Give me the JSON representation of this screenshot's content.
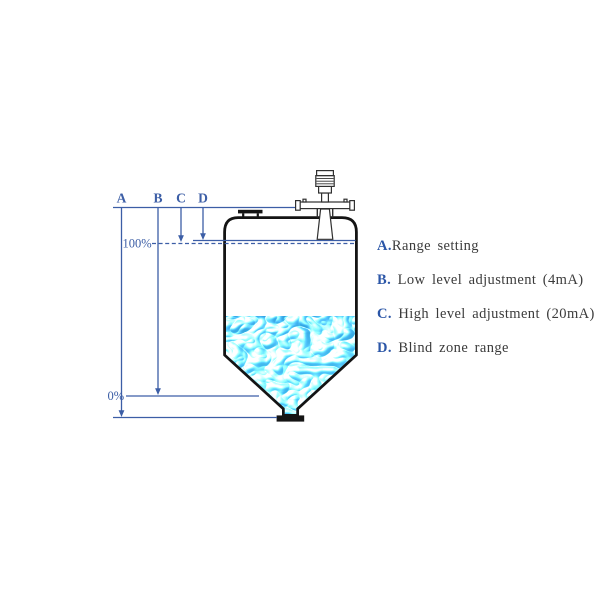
{
  "dimension_labels": [
    "A",
    "B",
    "C",
    "D"
  ],
  "levels": {
    "full": "100%",
    "empty": "0%"
  },
  "legend": [
    {
      "key": "A.",
      "text": "Range setting"
    },
    {
      "key": "B.",
      "text": " Low level adjustment (4mA)"
    },
    {
      "key": "C.",
      "text": " High level adjustment (20mA)"
    },
    {
      "key": "D.",
      "text": " Blind zone range"
    }
  ],
  "colors": {
    "dimension_blue": "#3c5ea6",
    "legend_key_blue": "#2b56a7",
    "legend_text": "#3b3b3b",
    "tank_outline": "#141414",
    "sensor_outline": "#303030",
    "water_base": "#3ab0e6"
  }
}
